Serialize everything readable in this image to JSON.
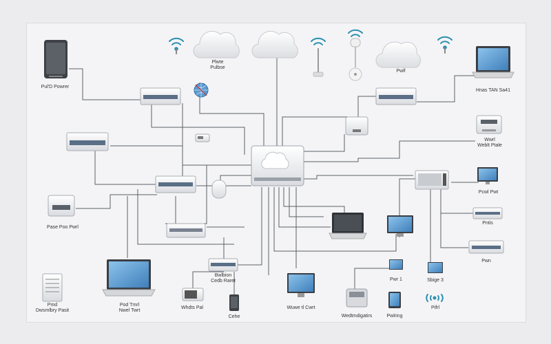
{
  "labels": {
    "cloud_a": [
      "Plwte",
      "Pulbse"
    ],
    "cloud_c": [
      "Pwlf"
    ],
    "phone": [
      "Pul'D Powrer"
    ],
    "laptop_tr": [
      "Hnas TAN Sa41"
    ],
    "printer_r": [
      "Wwrl",
      "Weblt Ptale"
    ],
    "monitor_r": [
      "Pcwl Pwt"
    ],
    "switch_r2": [
      "Pntis"
    ],
    "switch_r3": [
      "Pwn"
    ],
    "printer_l": [
      "Pase Poo Pwrl"
    ],
    "laptop_bl": [
      "Pod Tmrl",
      "Nwel Twrt"
    ],
    "device_small": [
      "Whdts Pal"
    ],
    "switch_c": [
      "Bwlbion",
      "Cedb Raret"
    ],
    "phone_bc": [
      "Cehe"
    ],
    "monitor_bc": [
      "Wuwe tl Cwrt"
    ],
    "phone_bank": [
      "Wedtmdigatirs"
    ],
    "monitor_bs": [
      "Pwr 1"
    ],
    "monitor_bs2": [
      "Sbige 3"
    ],
    "tablet": [
      "Pwlring"
    ],
    "wifi_br": [
      "Pifrl"
    ],
    "nas": [
      "Pmd",
      "Dwsmlbry Pasit"
    ]
  },
  "colors": {
    "background": "#ececee",
    "line": "#555a60",
    "device_body": "#f2f3f5",
    "screen": "#5d9bd0",
    "wifi_accent": "#2b8fb0"
  }
}
